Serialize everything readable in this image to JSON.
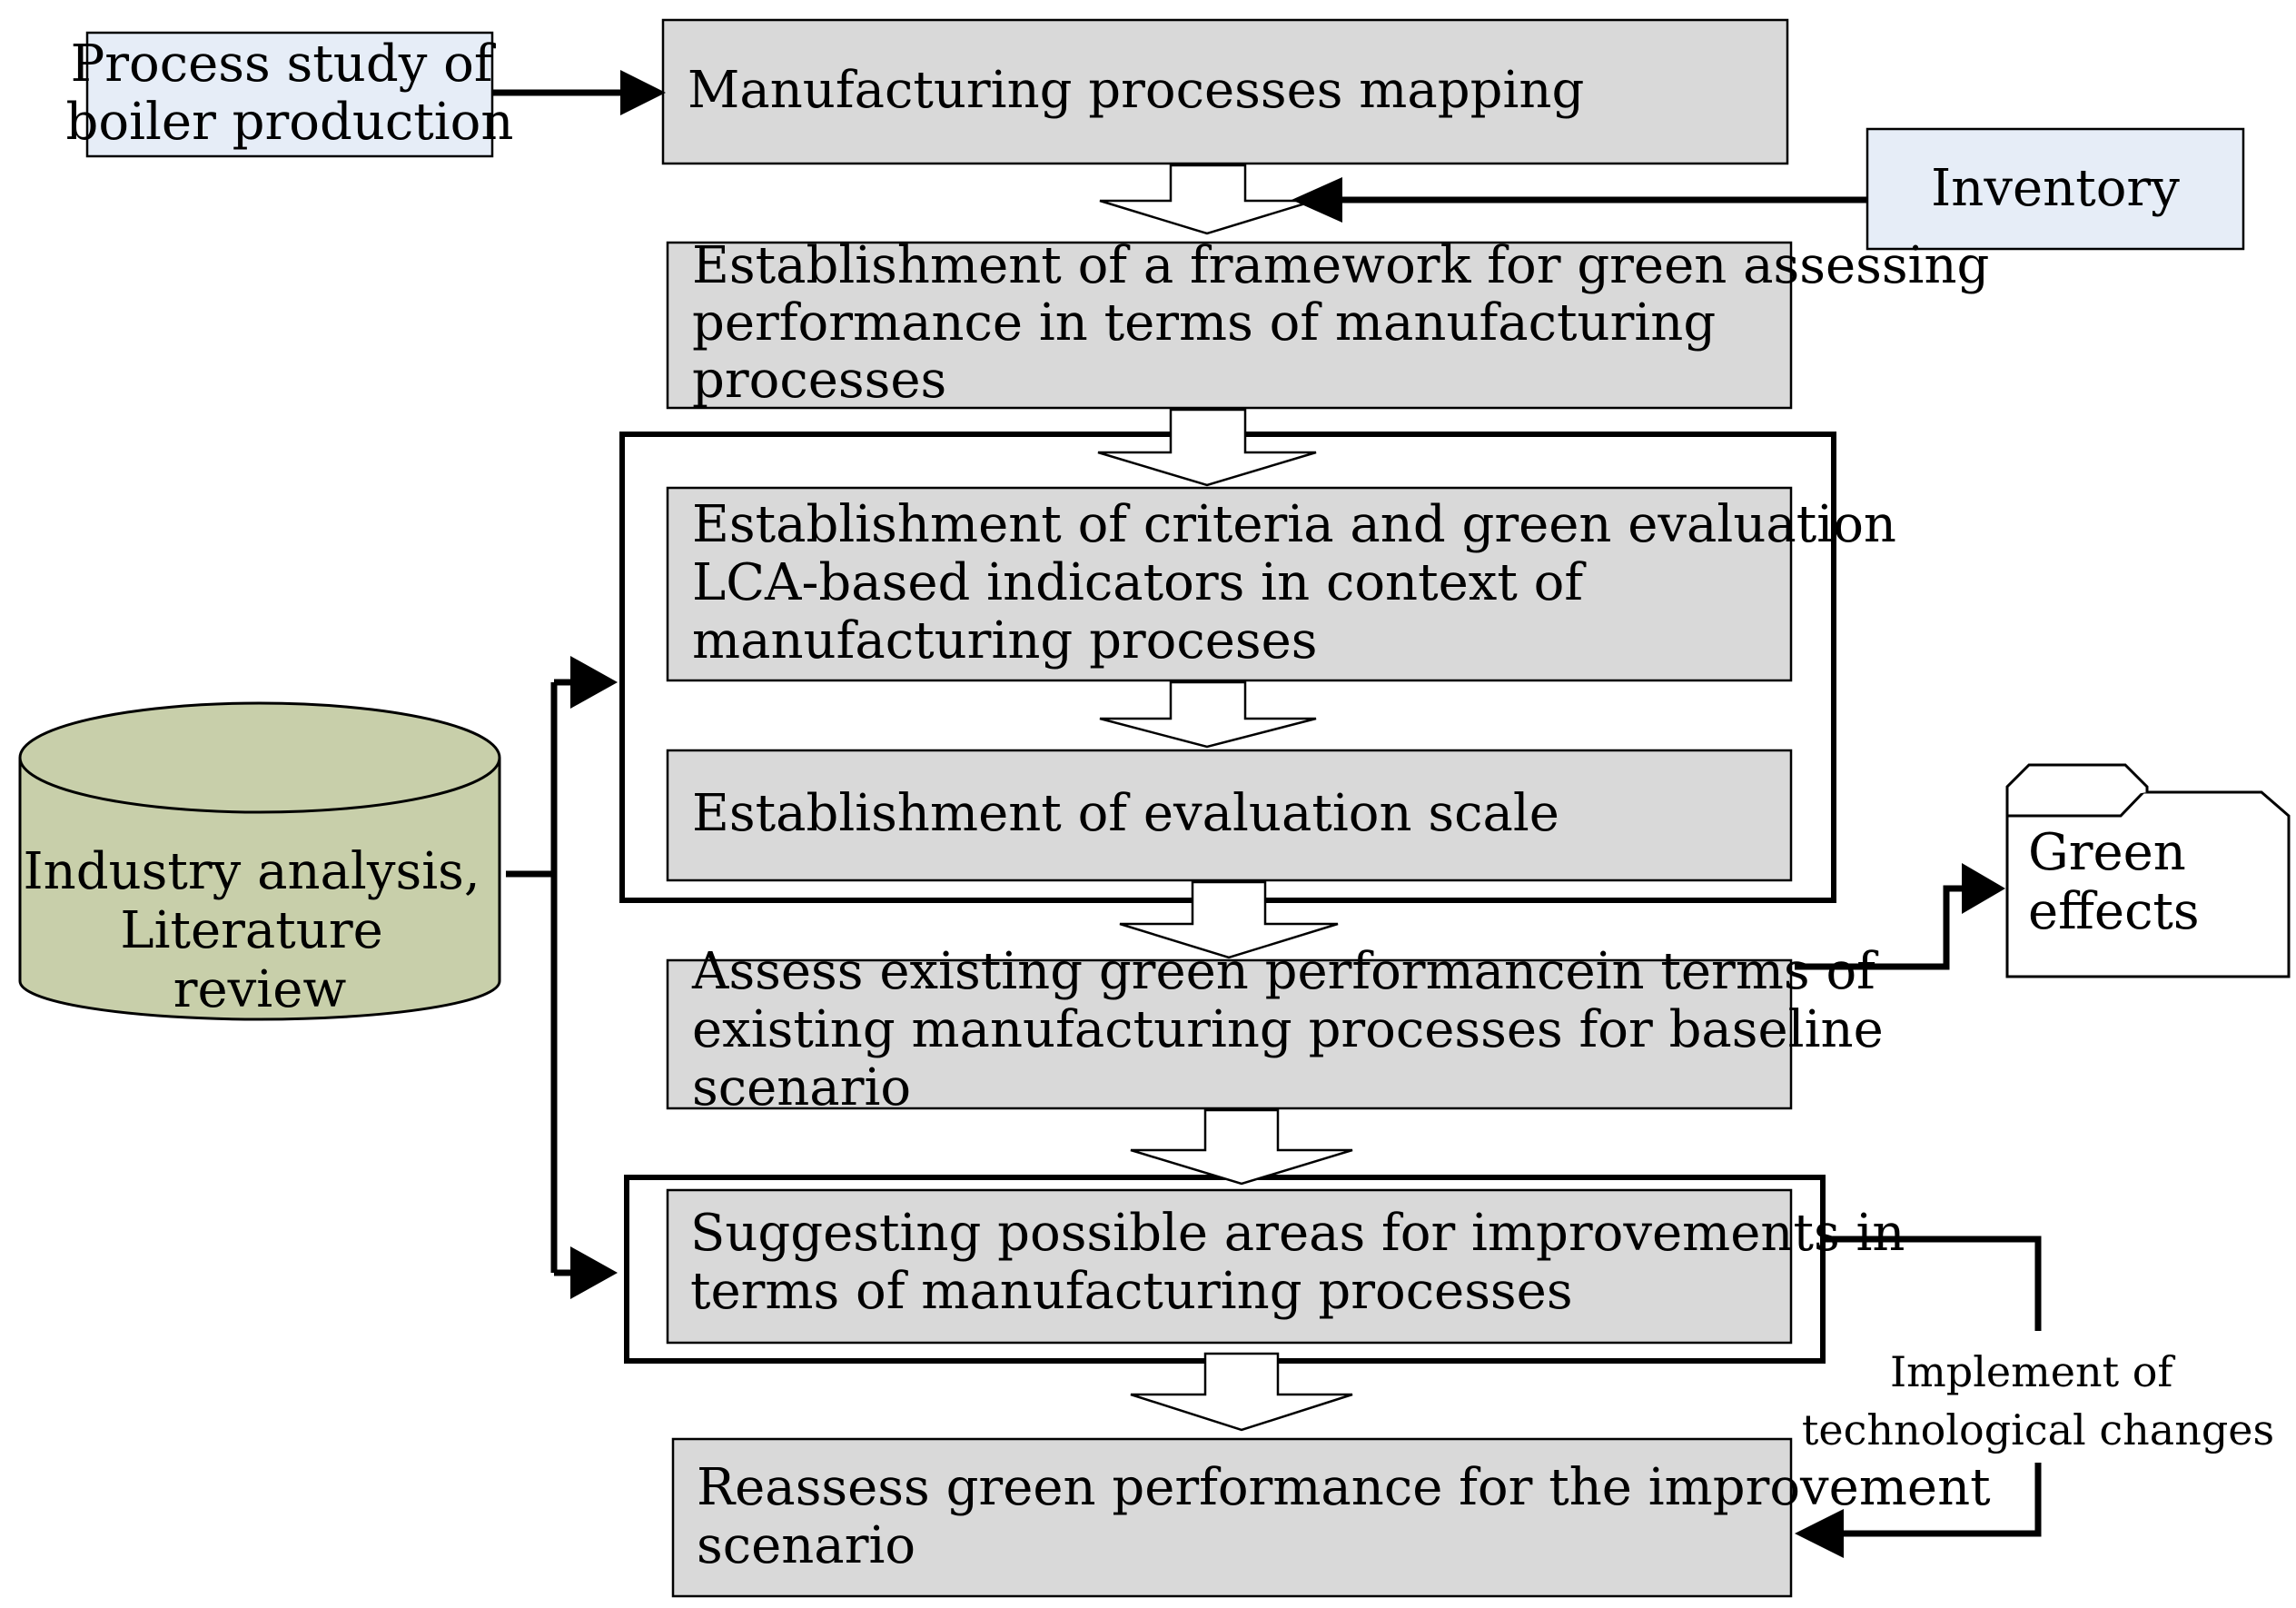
{
  "nodes": {
    "process_study": [
      "Process study of",
      "boiler production"
    ],
    "mapping": [
      "Manufacturing processes mapping"
    ],
    "inventory": [
      "Inventory"
    ],
    "framework": [
      "Establishment of a framework for green assessing",
      "performance in terms of  manufacturing",
      "processes"
    ],
    "criteria": [
      "Establishment of criteria and green evaluation",
      "LCA-based indicators in context of",
      "manufacturing proceses"
    ],
    "scale": [
      "Establishment of evaluation scale"
    ],
    "industry": [
      "Industry analysis,",
      "Literature",
      "review"
    ],
    "green_effects": [
      "Green",
      "effects"
    ],
    "assess": [
      "Assess existing green performancein terms of",
      "existing manufacturing processes for baseline",
      "scenario"
    ],
    "suggest": [
      "Suggesting possible areas for improvements in",
      "terms of manufacturing processes"
    ],
    "implement": [
      "Implement of",
      "technological changes"
    ],
    "reassess": [
      "Reassess green performance for the improvement",
      "scenario"
    ]
  },
  "colors": {
    "process_box": "#d9d9d9",
    "input_box": "#e6edf7",
    "database": "#c8cfaa",
    "line": "#000000"
  },
  "icons": {
    "database": "cylinder",
    "green_effects": "folder"
  }
}
